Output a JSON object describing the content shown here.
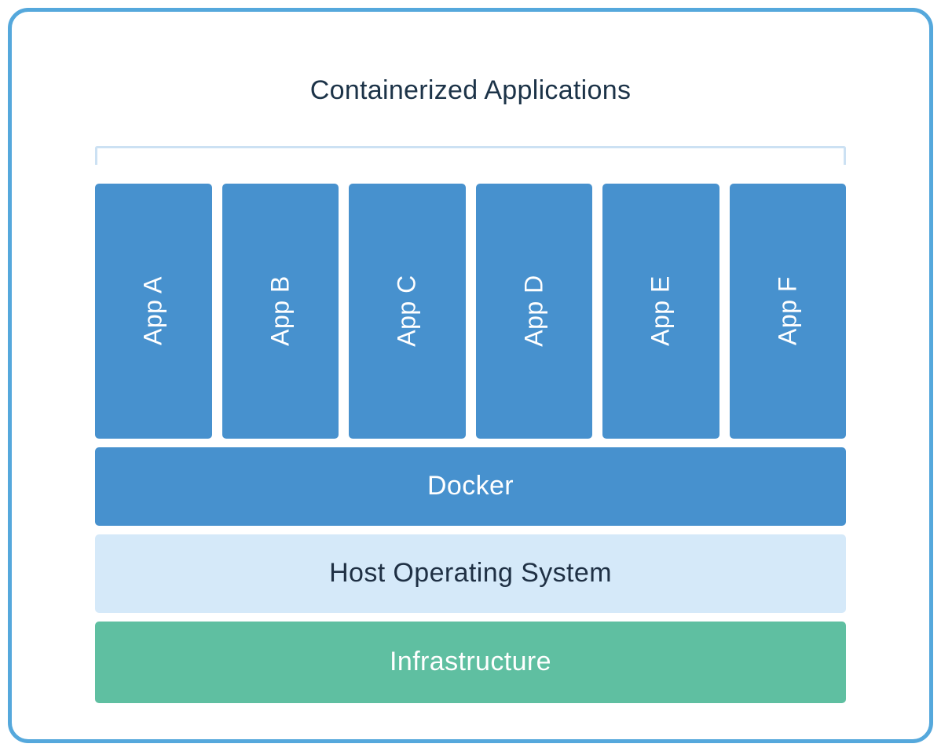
{
  "diagram": {
    "title": "Containerized Applications",
    "apps": [
      {
        "label": "App A"
      },
      {
        "label": "App B"
      },
      {
        "label": "App C"
      },
      {
        "label": "App D"
      },
      {
        "label": "App E"
      },
      {
        "label": "App F"
      }
    ],
    "layers": {
      "docker": {
        "label": "Docker"
      },
      "host_os": {
        "label": "Host Operating System"
      },
      "infrastructure": {
        "label": "Infrastructure"
      }
    },
    "colors": {
      "app_blue": "#4791ce",
      "docker_blue": "#4791ce",
      "host_os_light_blue": "#d5e9f9",
      "infrastructure_green": "#5fbfa1",
      "outer_border_blue": "#55a8dc",
      "bracket_blue": "#cce1f3",
      "title_navy": "#1c3348",
      "label_white": "#ffffff"
    }
  }
}
